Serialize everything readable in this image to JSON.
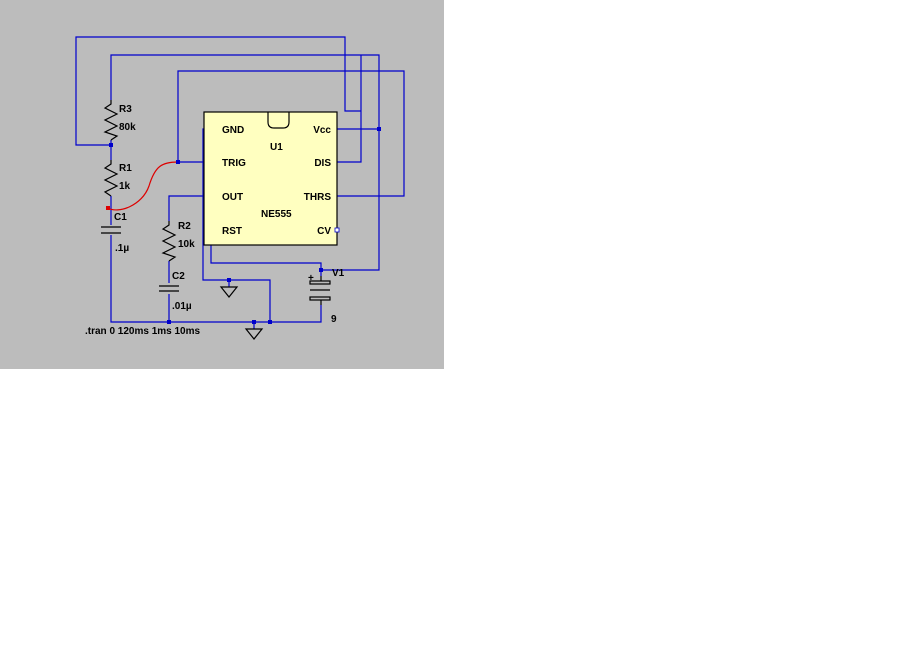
{
  "colors": {
    "canvas_bg": "#bcbcbc",
    "wire": "#0000cc",
    "selected_wire": "#dd0000",
    "ic_body": "#ffffc0",
    "component": "#000000"
  },
  "components": {
    "r3": {
      "ref": "R3",
      "value": "80k"
    },
    "r1": {
      "ref": "R1",
      "value": "1k"
    },
    "c1": {
      "ref": "C1",
      "value": ".1µ"
    },
    "r2": {
      "ref": "R2",
      "value": "10k"
    },
    "c2": {
      "ref": "C2",
      "value": ".01µ"
    },
    "v1": {
      "ref": "V1",
      "value": "9",
      "polarity": "+"
    }
  },
  "ic": {
    "ref": "U1",
    "part": "NE555",
    "pins": {
      "gnd": "GND",
      "trig": "TRIG",
      "out": "OUT",
      "rst": "RST",
      "vcc": "Vcc",
      "dis": "DIS",
      "thrs": "THRS",
      "cv": "CV"
    }
  },
  "directive": ".tran 0 120ms 1ms 10ms"
}
